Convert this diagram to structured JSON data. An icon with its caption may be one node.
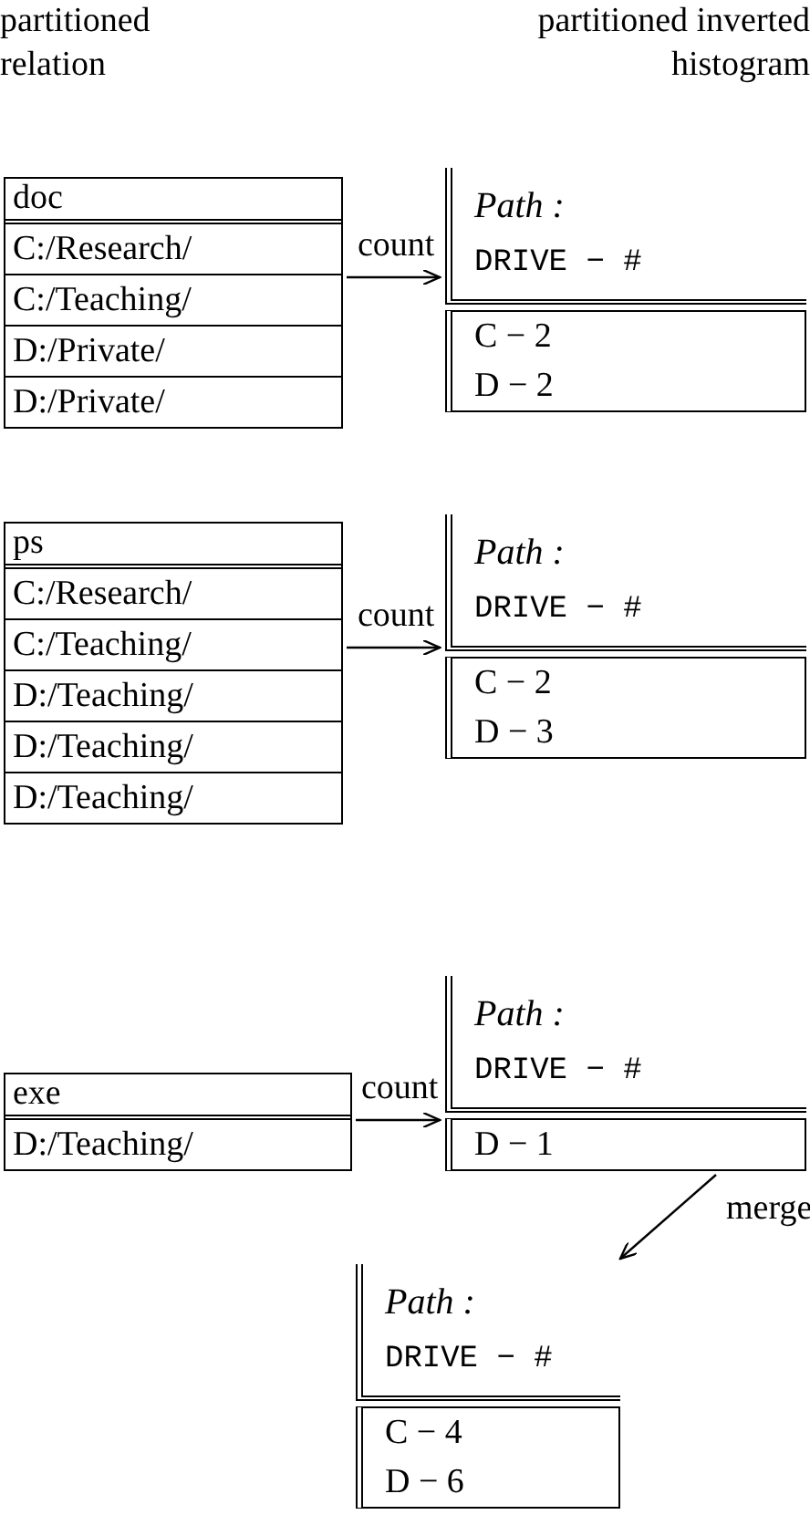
{
  "diagram": {
    "nodes": [
      {
        "text": [
          "doc",
          "C:/Research/",
          "C:/Teaching/",
          "D:/Private/",
          "D:/Private/"
        ]
      },
      {
        "text": [
          "Path :",
          "DRIVE − #",
          "C − 2",
          "D − 2"
        ]
      },
      {
        "text": [
          "ps",
          "C:/Research/",
          "C:/Teaching/",
          "D:/Teaching/",
          "D:/Teaching/",
          "D:/Teaching/"
        ]
      },
      {
        "text": [
          "Path :",
          "DRIVE − #",
          "C − 2",
          "D − 3"
        ]
      },
      {
        "text": [
          "exe",
          "D:/Teaching/"
        ]
      },
      {
        "text": [
          "Path :",
          "DRIVE − #",
          "D − 1"
        ]
      },
      {
        "text": [
          "Path :",
          "DRIVE − #",
          "C − 4",
          "D − 6"
        ]
      }
    ],
    "edges": [
      {
        "from": 0,
        "to": 1,
        "arrow": "to",
        "label": "count"
      },
      {
        "from": 2,
        "to": 3,
        "arrow": "to",
        "label": "count"
      },
      {
        "from": 4,
        "to": 5,
        "arrow": "to",
        "label": "count"
      },
      {
        "from": 5,
        "to": 6,
        "arrow": "to",
        "label": "merge"
      }
    ],
    "labels": [
      "partitioned relation",
      "partitioned inverted histogram"
    ]
  }
}
